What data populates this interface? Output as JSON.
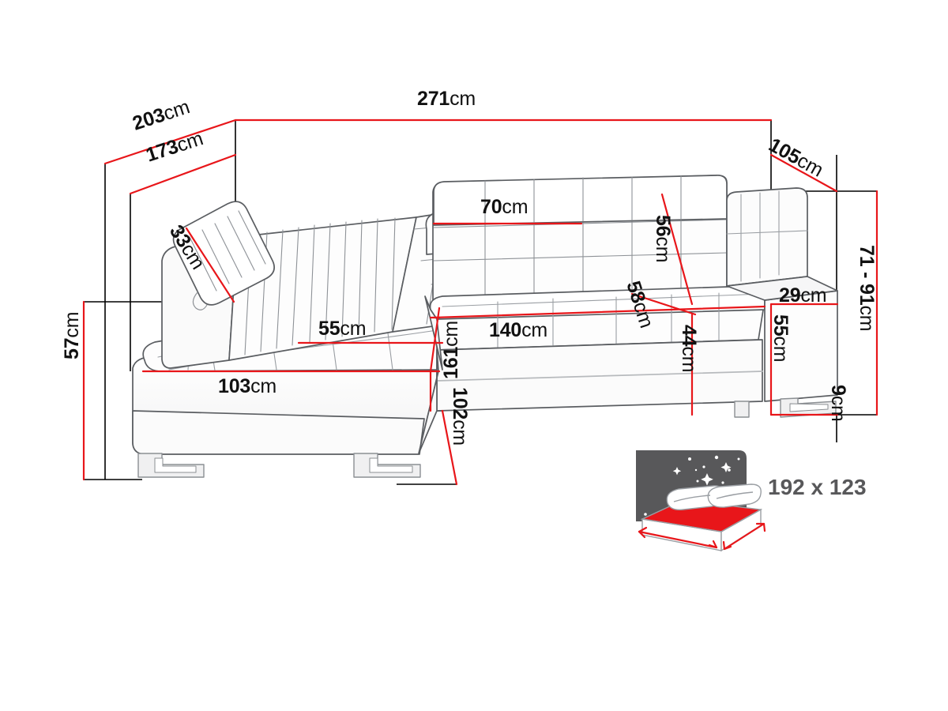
{
  "diagram": {
    "title": "Corner sofa bed dimension drawing",
    "units": "cm",
    "line_color_dimension": "#e8161a",
    "line_color_extension": "#000000",
    "outline_color": "#5a5d61",
    "bed_icon_gray": "#58585a",
    "bed_icon_red": "#e8161a"
  },
  "dimensions": {
    "overall_width": "271",
    "overall_depth_outer": "203",
    "overall_depth_inner": "173",
    "right_depth": "105",
    "total_height_range": "71 - 91",
    "headrest_thickness": "33",
    "chaise_seat_width": "103",
    "chaise_seat_depth": "55",
    "seat_height_left": "57",
    "corner_length": "161",
    "chaise_bottom_depth": "102",
    "main_seat_width": "140",
    "backrest_height": "70",
    "back_diagonal_upper": "56",
    "back_diagonal_lower": "58",
    "seat_height_main": "44",
    "armrest_height": "29",
    "arm_side_height": "55",
    "leg_height": "9",
    "unit_suffix": "cm"
  },
  "bed_icon": {
    "label": "192 x 123",
    "moon_icon": "crescent-moon-icon",
    "stars_icon": "stars-icon",
    "pillow_icon": "pillow-icon",
    "mattress_icon": "mattress-icon"
  }
}
